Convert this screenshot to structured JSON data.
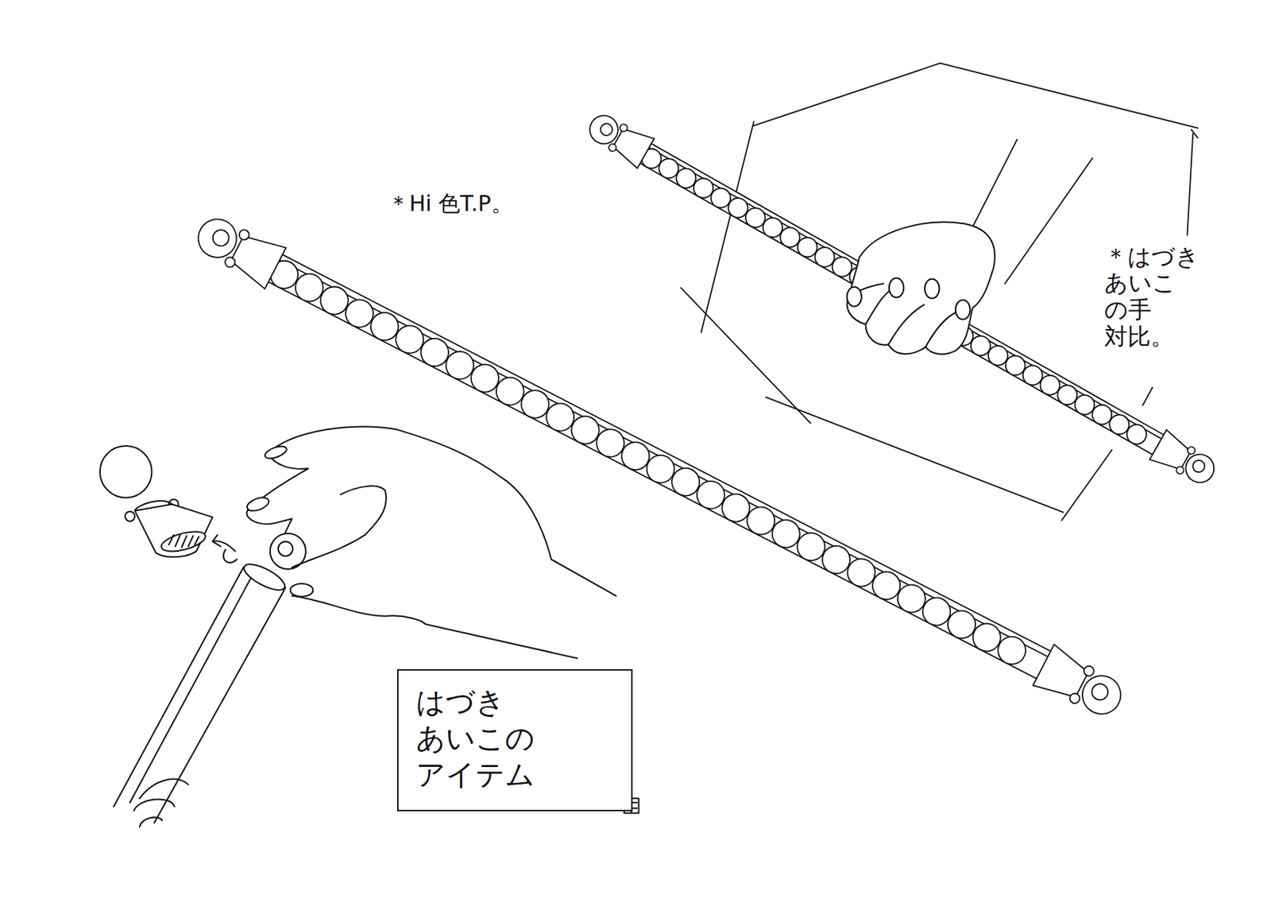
{
  "diagram": {
    "nodes": [
      {
        "text": [
          "はづき あいこの アイテム"
        ]
      }
    ],
    "edges": [],
    "labels": [
      "＊Hi 色T.P。",
      "＊はづき あいこ の手 対比。"
    ]
  }
}
